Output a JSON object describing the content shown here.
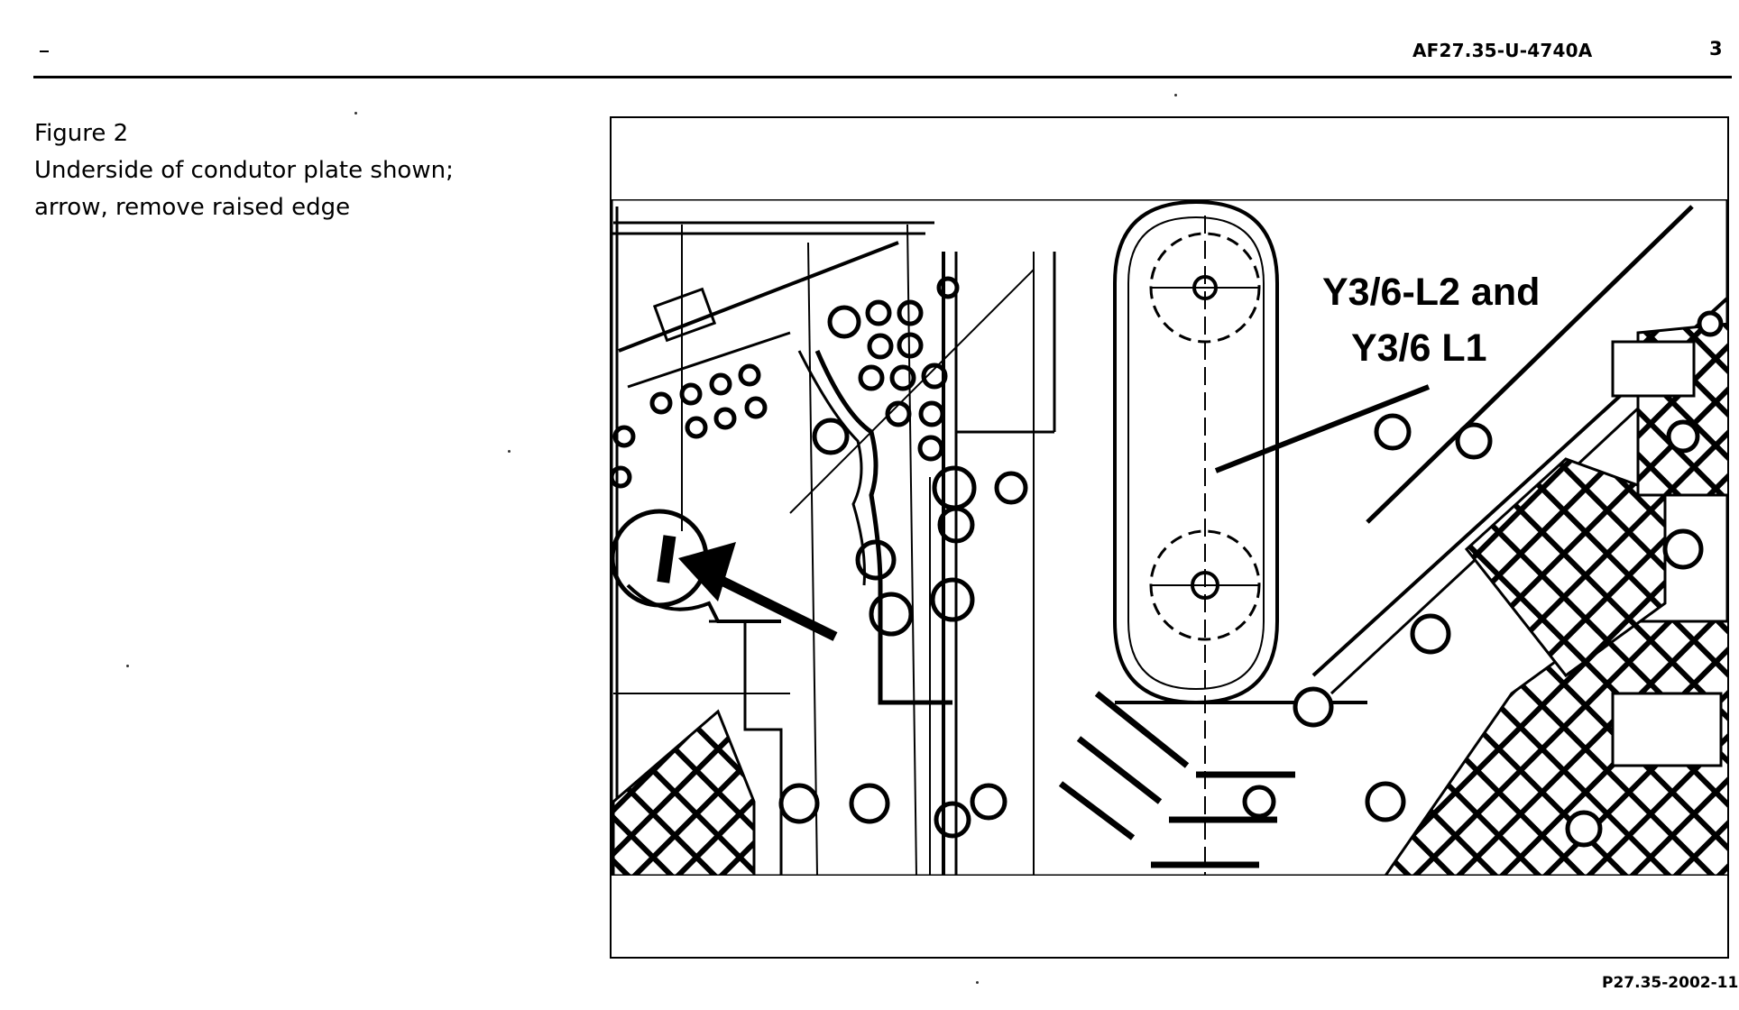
{
  "header": {
    "doc_id": "AF27.35-U-4740A",
    "page_number": "3"
  },
  "caption": {
    "figure_label": "Figure 2",
    "line1": "Underside of condutor plate shown;",
    "line2": "arrow, remove raised edge"
  },
  "figure": {
    "callout_line1": "Y3/6-L2 and",
    "callout_line2": "Y3/6 L1",
    "reference": "P27.35-2002-11"
  }
}
